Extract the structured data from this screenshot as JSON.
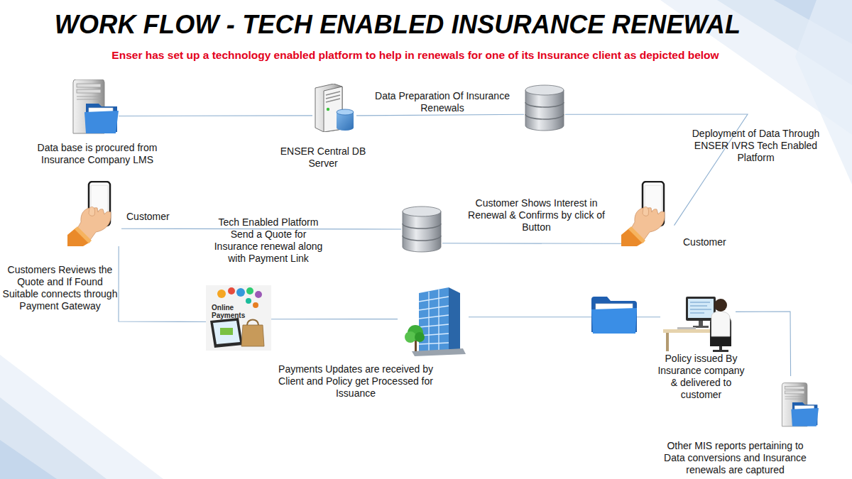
{
  "diagram": {
    "title": "WORK FLOW - TECH ENABLED INSURANCE RENEWAL",
    "caption": "Enser has set up a technology enabled platform to help in renewals for one of its Insurance client as depicted below",
    "nodes": [
      {
        "text": [
          "Data base is procured from Insurance Company LMS"
        ]
      },
      {
        "text": [
          "ENSER Central DB Server"
        ]
      },
      {
        "text": [
          "Data Preparation Of Insurance Renewals"
        ]
      },
      {
        "text": [
          "Customer",
          "Customers Reviews the Quote and If Found Suitable connects through Payment Gateway"
        ]
      },
      {
        "text": [
          "Tech Enabled Platform Send a Quote for Insurance renewal along with Payment Link"
        ]
      },
      {
        "text": [
          "Customer"
        ]
      },
      {
        "text": [
          "Online Payments"
        ]
      },
      {
        "text": [
          "Payments Updates are received by Client and Policy get Processed for Issuance"
        ]
      },
      {
        "text": [
          "Policy issued By Insurance company & delivered to customer"
        ]
      },
      {
        "text": [
          "Other MIS reports pertaining to Data conversions and Insurance renewals are captured"
        ]
      }
    ],
    "edges": [
      {
        "from": 0,
        "to": 1,
        "arrow": "none"
      },
      {
        "from": 1,
        "to": 2,
        "arrow": "none"
      },
      {
        "from": 2,
        "to": 5,
        "label": "Deployment of Data Through ENSER IVRS Tech Enabled Platform",
        "arrow": "none"
      },
      {
        "from": 5,
        "to": 4,
        "label": "Customer Shows Interest in Renewal & Confirms by click of Button",
        "arrow": "none"
      },
      {
        "from": 4,
        "to": 3,
        "arrow": "none"
      },
      {
        "from": 3,
        "to": 6,
        "arrow": "none"
      },
      {
        "from": 6,
        "to": 7,
        "arrow": "none"
      },
      {
        "from": 7,
        "to": 8,
        "arrow": "none"
      },
      {
        "from": 8,
        "to": 9,
        "arrow": "none"
      }
    ]
  }
}
